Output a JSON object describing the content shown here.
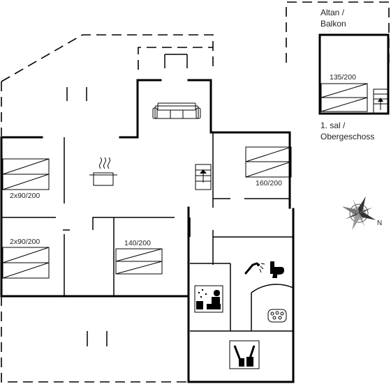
{
  "beds": {
    "bed1": "2x90/200",
    "bed2": "2x90/200",
    "bed3": "140/200",
    "bed4": "160/200",
    "bed5": "135/200"
  },
  "balcony": {
    "line1": "Altan /",
    "line2": "Balkon"
  },
  "floor": {
    "line1": "1. sal /",
    "line2": "Obergeschoss"
  },
  "compass": {
    "north": "N"
  },
  "icons": [
    "sofa-icon",
    "cooking-pot-icon",
    "stairs-up-icon",
    "shower-icon",
    "toilet-icon",
    "sauna-icon",
    "whirlpool-icon",
    "utility-room-icon",
    "compass-rose-icon"
  ]
}
